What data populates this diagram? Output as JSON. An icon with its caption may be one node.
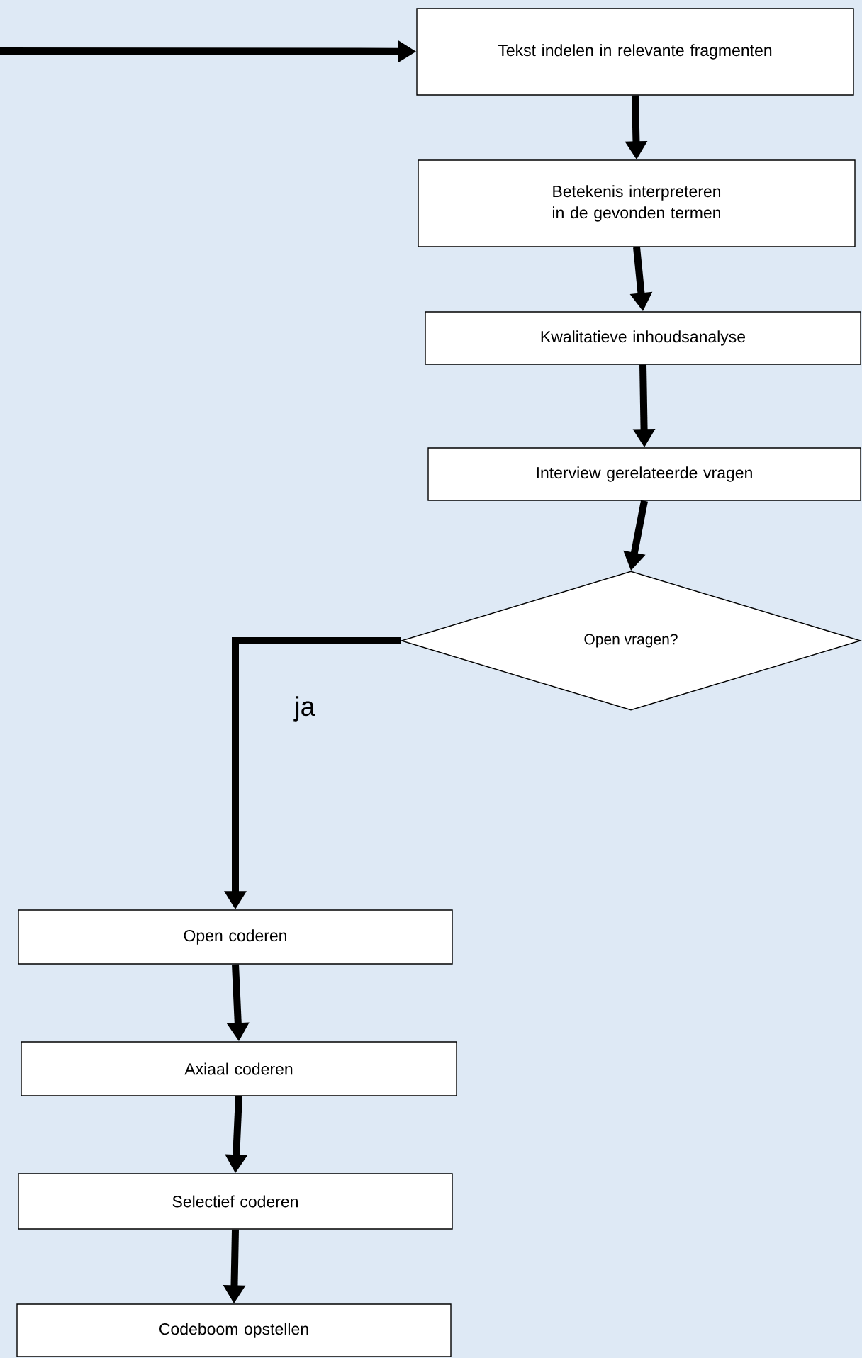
{
  "diagram": {
    "nodes": [
      {
        "text": [
          "Tekst indelen in relevante fragmenten"
        ]
      },
      {
        "text": [
          "Betekenis interpreteren in de gevonden termen"
        ]
      },
      {
        "text": [
          "Kwalitatieve inhoudsanalyse"
        ]
      },
      {
        "text": [
          "Interview gerelateerde vragen"
        ]
      },
      {
        "text": [
          "Open vragen?"
        ]
      },
      {
        "text": [
          "Open coderen"
        ]
      },
      {
        "text": [
          "Axiaal coderen"
        ]
      },
      {
        "text": [
          "Selectief coderen"
        ]
      },
      {
        "text": [
          "Codeboom opstellen"
        ]
      }
    ],
    "edges": [
      {
        "from": null,
        "to": 0,
        "arrow": "to"
      },
      {
        "from": 0,
        "to": 1,
        "arrow": "to"
      },
      {
        "from": 1,
        "to": 2,
        "arrow": "to"
      },
      {
        "from": 2,
        "to": 3,
        "arrow": "to"
      },
      {
        "from": 3,
        "to": 4,
        "arrow": "to"
      },
      {
        "from": 4,
        "to": 5,
        "arrow": "to",
        "label": "ja"
      },
      {
        "from": 5,
        "to": 6,
        "arrow": "to"
      },
      {
        "from": 6,
        "to": 7,
        "arrow": "to"
      },
      {
        "from": 7,
        "to": 8,
        "arrow": "to"
      }
    ]
  }
}
